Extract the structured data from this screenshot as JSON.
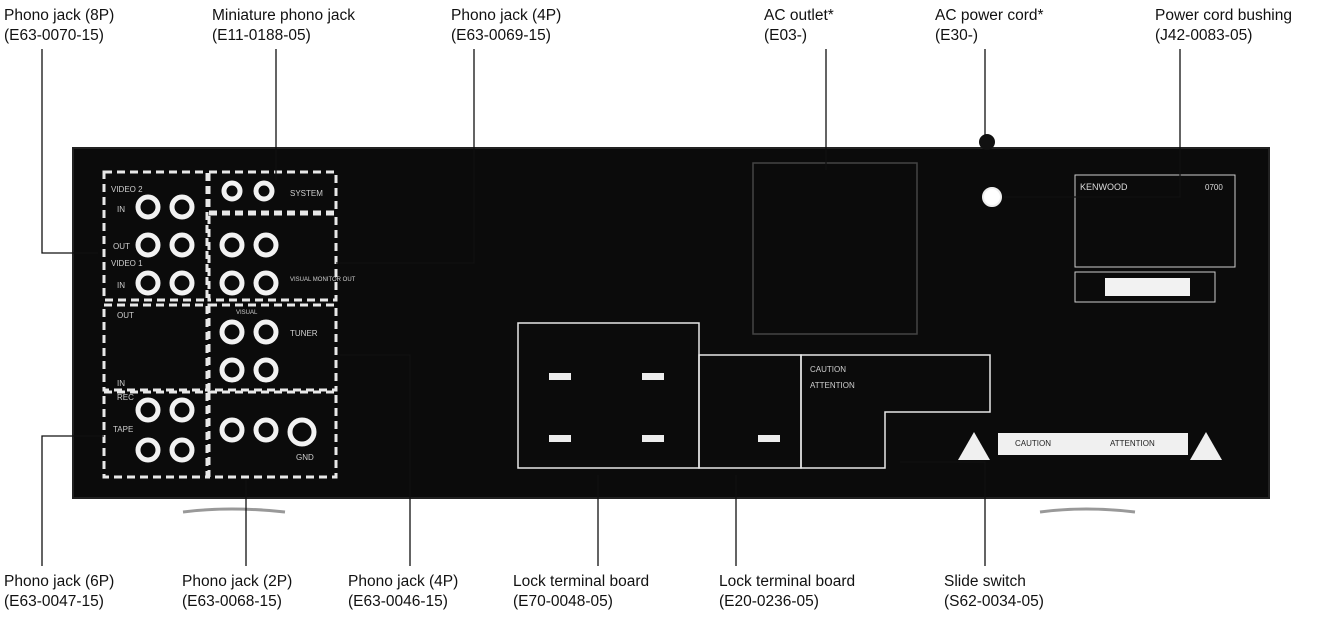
{
  "callouts_top": [
    {
      "name": "Phono jack (8P)",
      "part": "(E63-0070-15)"
    },
    {
      "name": "Miniature phono jack",
      "part": "(E11-0188-05)"
    },
    {
      "name": "Phono jack (4P)",
      "part": "(E63-0069-15)"
    },
    {
      "name": "AC outlet*",
      "part": "(E03-)"
    },
    {
      "name": "AC power cord*",
      "part": "(E30-)"
    },
    {
      "name": "Power cord bushing",
      "part": "(J42-0083-05)"
    }
  ],
  "callouts_bottom": [
    {
      "name": "Phono jack (6P)",
      "part": "(E63-0047-15)"
    },
    {
      "name": "Phono jack (2P)",
      "part": "(E63-0068-15)"
    },
    {
      "name": "Phono jack (4P)",
      "part": "(E63-0046-15)"
    },
    {
      "name": "Lock terminal board",
      "part": "(E70-0048-05)"
    },
    {
      "name": "Lock terminal board",
      "part": "(E20-0236-05)"
    },
    {
      "name": "Slide switch",
      "part": "(S62-0034-05)"
    }
  ],
  "panel": {
    "video2": "VIDEO 2",
    "video1": "VIDEO 1",
    "in": "IN",
    "out": "OUT",
    "rec": "REC",
    "tape": "TAPE",
    "system": "SYSTEM",
    "tuner": "TUNER",
    "gnd": "GND",
    "visual_monitor": "VISUAL MONITOR OUT",
    "visual": "VISUAL",
    "caution": "CAUTION",
    "attention": "ATTENTION",
    "brand": "KENWOOD",
    "model": "0700"
  }
}
